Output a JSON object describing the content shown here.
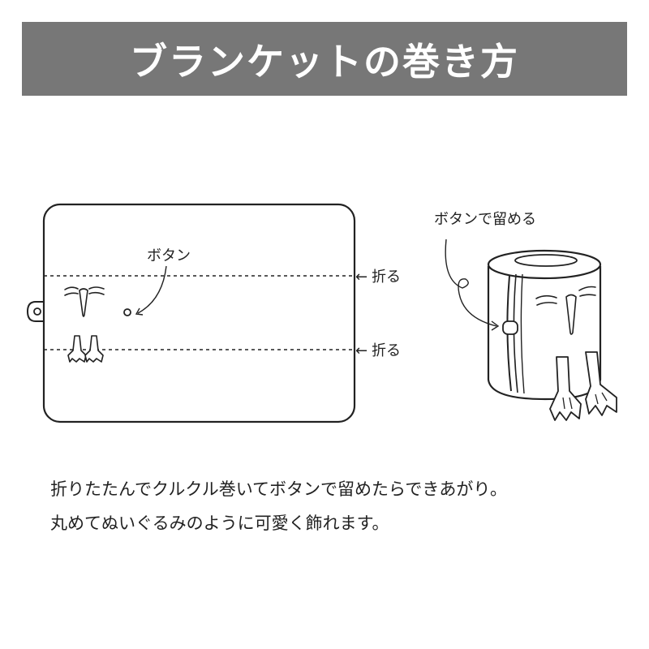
{
  "header": {
    "title": "ブランケットの巻き方"
  },
  "diagram": {
    "flat": {
      "button_label": "ボタン",
      "fold_label_top": "折る",
      "fold_label_bottom": "折る",
      "fold_arrow_glyph": "←"
    },
    "rolled": {
      "label": "ボタンで留める"
    }
  },
  "description": {
    "line1": "折りたたんでクルクル巻いてボタンで留めたらできあがり。",
    "line2": "丸めてぬいぐるみのように可愛く飾れます。"
  },
  "colors": {
    "banner_bg": "#777777",
    "banner_text": "#ffffff",
    "line": "#222222",
    "fill": "#ffffff"
  }
}
